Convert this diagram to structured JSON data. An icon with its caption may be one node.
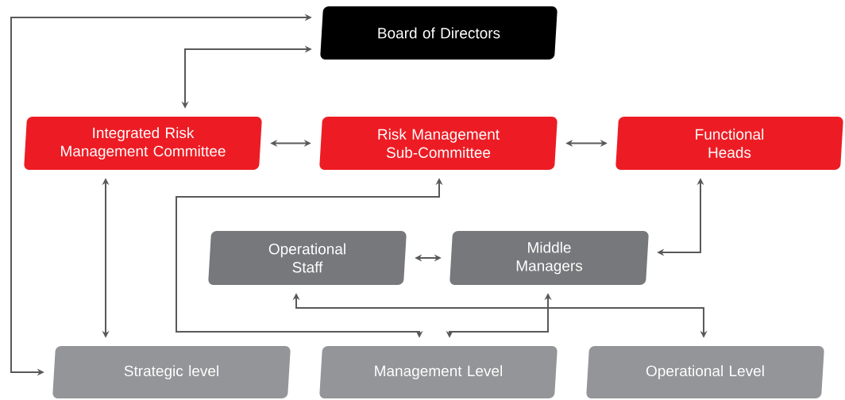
{
  "diagram": {
    "nodes": [
      {
        "text": [
          "Board of Directors"
        ]
      },
      {
        "text": [
          "Integrated Risk Management Committee"
        ]
      },
      {
        "text": [
          "Risk Management Sub-Committee"
        ]
      },
      {
        "text": [
          "Functional Heads"
        ]
      },
      {
        "text": [
          "Operational Staff"
        ]
      },
      {
        "text": [
          "Middle Managers"
        ]
      },
      {
        "text": [
          "Strategic level"
        ]
      },
      {
        "text": [
          "Management Level"
        ]
      },
      {
        "text": [
          "Operational Level"
        ]
      }
    ],
    "edges": [
      {
        "from": 6,
        "to": 0,
        "arrow": "both"
      },
      {
        "from": 1,
        "to": 0,
        "arrow": "both"
      },
      {
        "from": 1,
        "to": 2,
        "arrow": "both"
      },
      {
        "from": 2,
        "to": 3,
        "arrow": "both"
      },
      {
        "from": 1,
        "to": 6,
        "arrow": "both"
      },
      {
        "from": 7,
        "to": 2,
        "arrow": "both"
      },
      {
        "from": 5,
        "to": 3,
        "arrow": "both"
      },
      {
        "from": 4,
        "to": 5,
        "arrow": "both"
      },
      {
        "from": 4,
        "to": 8,
        "arrow": "both"
      },
      {
        "from": 5,
        "to": 7,
        "arrow": "both"
      }
    ]
  }
}
